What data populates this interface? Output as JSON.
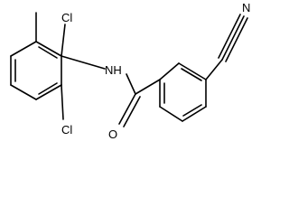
{
  "molecule": {
    "labels": {
      "cl_top": "Cl",
      "cl_bottom": "Cl",
      "nh": "NH",
      "oxygen": "O",
      "nitrile_n": "N"
    },
    "colors": {
      "bond": "#000000",
      "text": "#000000",
      "background": "#ffffff"
    }
  }
}
